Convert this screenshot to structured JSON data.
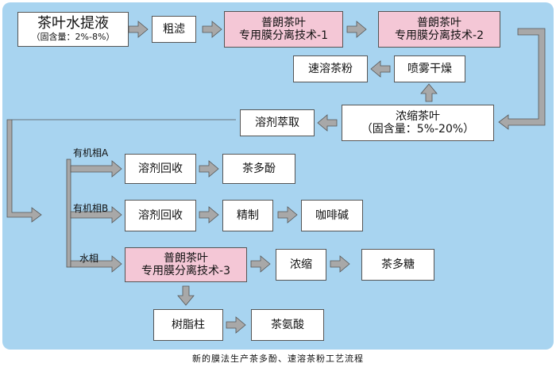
{
  "colors": {
    "background": "#a8d4f0",
    "pink_box": "#f4c7d6",
    "white_box": "#ffffff",
    "arrow": "#999999"
  },
  "nodes": {
    "extract": {
      "line1": "茶叶水提液",
      "line2": "（固含量：2%-8%）"
    },
    "coarse": {
      "line1": "粗滤"
    },
    "membrane1": {
      "line1": "普朗茶叶",
      "line2": "专用膜分离技术-1"
    },
    "membrane2": {
      "line1": "普朗茶叶",
      "line2": "专用膜分离技术-2"
    },
    "instant": {
      "line1": "速溶茶粉"
    },
    "spray": {
      "line1": "喷雾干燥"
    },
    "concentrate": {
      "line1": "浓缩茶叶",
      "line2": "（固含量：5%-20%）"
    },
    "solvent_ext": {
      "line1": "溶剂萃取"
    },
    "recov_a": {
      "line1": "溶剂回收"
    },
    "polyphenol": {
      "line1": "茶多酚"
    },
    "recov_b": {
      "line1": "溶剂回收"
    },
    "refine": {
      "line1": "精制"
    },
    "caffeine": {
      "line1": "咖啡碱"
    },
    "membrane3": {
      "line1": "普朗茶叶",
      "line2": "专用膜分离技术-3"
    },
    "concentrate2": {
      "line1": "浓缩"
    },
    "polysac": {
      "line1": "茶多糖"
    },
    "resin": {
      "line1": "树脂柱"
    },
    "theanine": {
      "line1": "茶氨酸"
    }
  },
  "branch_labels": {
    "organic_a": "有机相A",
    "organic_b": "有机相B",
    "aqueous": "水相"
  },
  "caption": "新的膜法生产茶多酚、速溶茶粉工艺流程"
}
